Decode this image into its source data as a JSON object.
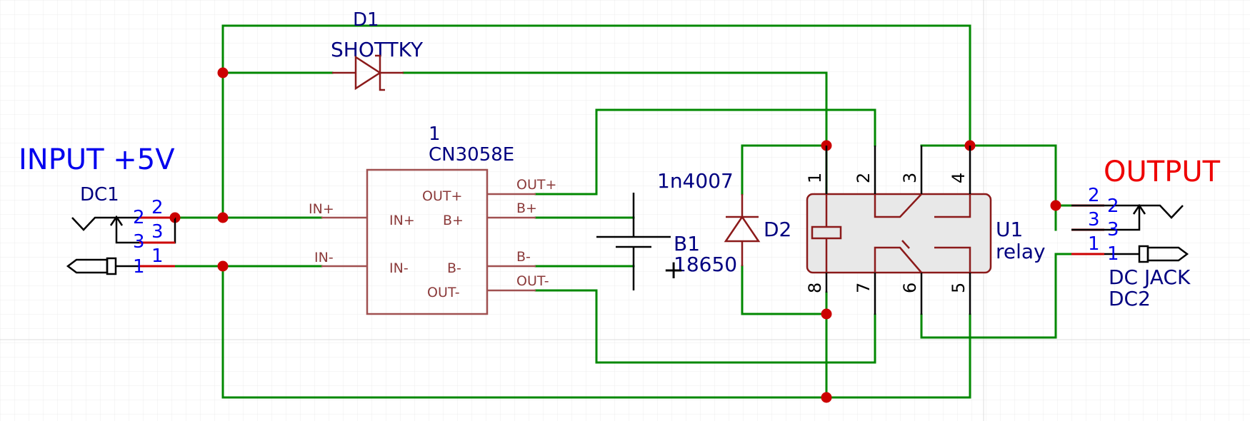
{
  "colors": {
    "wire": "#008800",
    "junction": "#cc0000",
    "component": "#8b1a1a",
    "ic_outline": "#a05050",
    "designator_text": "#000080",
    "input_label": "#0000ee",
    "output_label": "#ee0000"
  },
  "labels": {
    "input": "INPUT +5V",
    "output": "OUTPUT"
  },
  "dc1": {
    "designator": "DC1",
    "pin_upper_2": "2",
    "pin_lower_2": "2",
    "pin_upper_3": "3",
    "pin_lower_3": "3",
    "pin_upper_1": "1",
    "pin_lower_1": "1"
  },
  "dc2": {
    "designator": "DC2",
    "name": "DC JACK",
    "pin_upper_2": "2",
    "pin_lower_2": "2",
    "pin_upper_3": "3",
    "pin_lower_3": "3",
    "pin_upper_1": "1",
    "pin_lower_1": "1"
  },
  "d1": {
    "designator": "D1",
    "value": "SHOTTKY"
  },
  "d2": {
    "designator": "D2",
    "value": "1n4007"
  },
  "u_charger": {
    "designator": "1",
    "value": "CN3058E",
    "pins": {
      "in_plus_outer": "IN+",
      "in_minus_outer": "IN-",
      "in_plus_inner": "IN+",
      "in_minus_inner": "IN-",
      "out_plus_inner": "OUT+",
      "b_plus_inner": "B+",
      "b_minus_inner": "B-",
      "out_minus_inner": "OUT-",
      "out_plus_outer": "OUT+",
      "b_plus_outer": "B+",
      "b_minus_outer": "B-",
      "out_minus_outer": "OUT-"
    }
  },
  "b1": {
    "designator": "B1",
    "value": "18650",
    "polarity": "+"
  },
  "u1": {
    "designator": "U1",
    "value": "relay",
    "pin_numbers": [
      "1",
      "2",
      "3",
      "4",
      "8",
      "7",
      "6",
      "5"
    ]
  }
}
